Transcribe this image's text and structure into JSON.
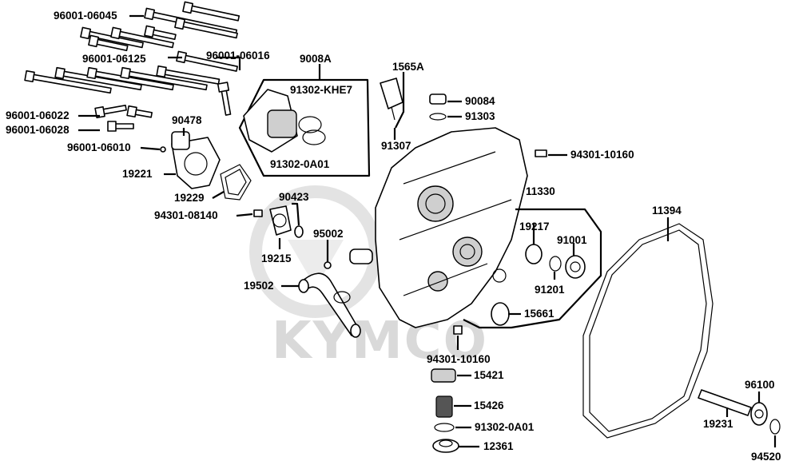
{
  "watermark": "KYMCO",
  "labels": [
    {
      "id": "96001-06045",
      "text": "96001-06045"
    },
    {
      "id": "96001-06125",
      "text": "96001-06125"
    },
    {
      "id": "96001-06016",
      "text": "96001-06016"
    },
    {
      "id": "9008A",
      "text": "9008A"
    },
    {
      "id": "91302-KHE7",
      "text": "91302-KHE7"
    },
    {
      "id": "91302-0A01-top",
      "text": "91302-0A01"
    },
    {
      "id": "1565A",
      "text": "1565A"
    },
    {
      "id": "90084",
      "text": "90084"
    },
    {
      "id": "91303",
      "text": "91303"
    },
    {
      "id": "91307",
      "text": "91307"
    },
    {
      "id": "94301-10160-top",
      "text": "94301-10160"
    },
    {
      "id": "96001-06022",
      "text": "96001-06022"
    },
    {
      "id": "96001-06028",
      "text": "96001-06028"
    },
    {
      "id": "96001-06010",
      "text": "96001-06010"
    },
    {
      "id": "90478",
      "text": "90478"
    },
    {
      "id": "19221",
      "text": "19221"
    },
    {
      "id": "19229",
      "text": "19229"
    },
    {
      "id": "94301-08140",
      "text": "94301-08140"
    },
    {
      "id": "90423",
      "text": "90423"
    },
    {
      "id": "19215",
      "text": "19215"
    },
    {
      "id": "95002",
      "text": "95002"
    },
    {
      "id": "19502",
      "text": "19502"
    },
    {
      "id": "11330",
      "text": "11330"
    },
    {
      "id": "19217",
      "text": "19217"
    },
    {
      "id": "91001",
      "text": "91001"
    },
    {
      "id": "91201",
      "text": "91201"
    },
    {
      "id": "15661",
      "text": "15661"
    },
    {
      "id": "11394",
      "text": "11394"
    },
    {
      "id": "94301-10160-bottom",
      "text": "94301-10160"
    },
    {
      "id": "15421",
      "text": "15421"
    },
    {
      "id": "15426",
      "text": "15426"
    },
    {
      "id": "91302-0A01-bottom",
      "text": "91302-0A01"
    },
    {
      "id": "12361",
      "text": "12361"
    },
    {
      "id": "96100",
      "text": "96100"
    },
    {
      "id": "19231",
      "text": "19231"
    },
    {
      "id": "94520",
      "text": "94520"
    }
  ]
}
